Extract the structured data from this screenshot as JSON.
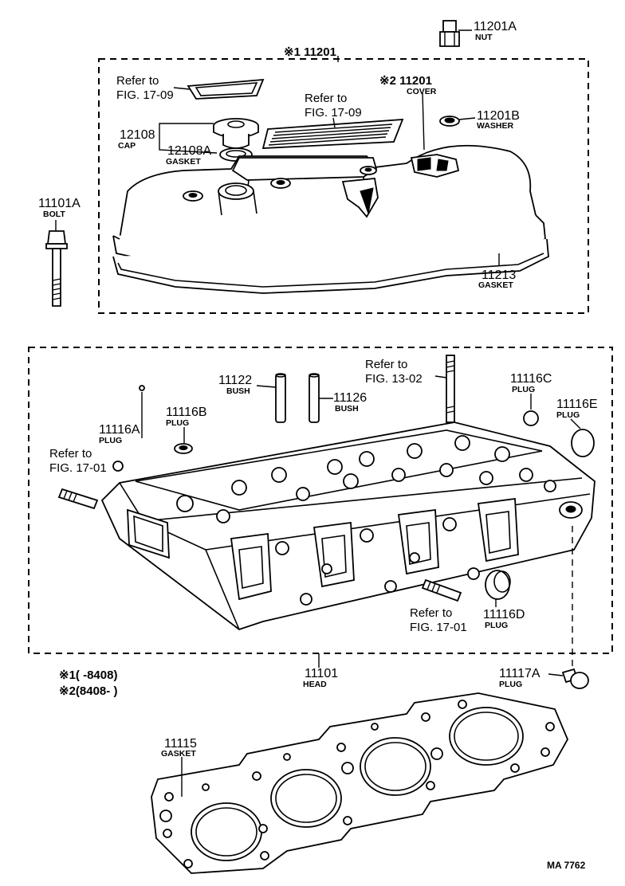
{
  "labels": {
    "nut_11201A": {
      "number": "11201A",
      "name": "NUT"
    },
    "cover_assy": {
      "number": "※1 11201"
    },
    "refer_top_left": {
      "line1": "Refer to",
      "line2": "FIG. 17-09"
    },
    "cover_11201": {
      "number": "※2 11201",
      "name": "COVER"
    },
    "refer_top_mid": {
      "line1": "Refer to",
      "line2": "FIG. 17-09"
    },
    "washer_11201B": {
      "number": "11201B",
      "name": "WASHER"
    },
    "cap_12108": {
      "number": "12108",
      "name": "CAP"
    },
    "gasket_12108A": {
      "number": "12108A",
      "name": "GASKET"
    },
    "bolt_11101A": {
      "number": "11101A",
      "name": "BOLT"
    },
    "gasket_11213": {
      "number": "11213",
      "name": "GASKET"
    },
    "refer_13_02": {
      "line1": "Refer to",
      "line2": "FIG. 13-02"
    },
    "bush_11122": {
      "number": "11122",
      "name": "BUSH"
    },
    "bush_11126": {
      "number": "11126",
      "name": "BUSH"
    },
    "plug_11116B": {
      "number": "11116B",
      "name": "PLUG"
    },
    "plug_11116A": {
      "number": "11116A",
      "name": "PLUG"
    },
    "plug_11116C": {
      "number": "11116C",
      "name": "PLUG"
    },
    "plug_11116E": {
      "number": "11116E",
      "name": "PLUG"
    },
    "refer_left_17_01": {
      "line1": "Refer to",
      "line2": "FIG. 17-01"
    },
    "refer_bottom_17_01": {
      "line1": "Refer to",
      "line2": "FIG. 17-01"
    },
    "plug_11116D": {
      "number": "11116D",
      "name": "PLUG"
    },
    "head_11101": {
      "number": "11101",
      "name": "HEAD"
    },
    "plug_11117A": {
      "number": "11117A",
      "name": "PLUG"
    },
    "gasket_11115": {
      "number": "11115",
      "name": "GASKET"
    }
  },
  "notes": {
    "note1": "※1(       -8408)",
    "note2": "※2(8408-         )"
  },
  "footer_code": "MA 7762"
}
